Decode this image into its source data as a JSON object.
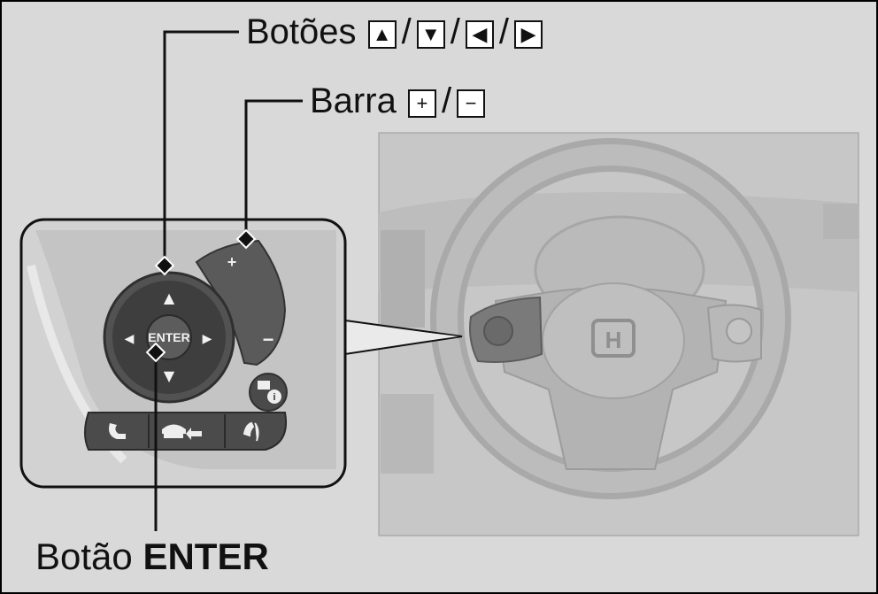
{
  "labels": {
    "arrows_prefix": "Botões",
    "arrows_glyphs": [
      "▲",
      "▼",
      "◀",
      "▶"
    ],
    "bar_prefix": "Barra",
    "bar_glyphs": [
      "+",
      "−"
    ],
    "enter_prefix": "Botão",
    "enter_bold": "ENTER"
  },
  "control": {
    "plus": "+",
    "minus": "−",
    "enter": "ENTER",
    "up": "▲",
    "down": "▼",
    "left": "◀",
    "right": "▶"
  },
  "colors": {
    "background": "#d9d9d9",
    "panel_dark": "#3a3a3a",
    "panel_mid": "#6a6a6a",
    "outline": "#111111"
  }
}
